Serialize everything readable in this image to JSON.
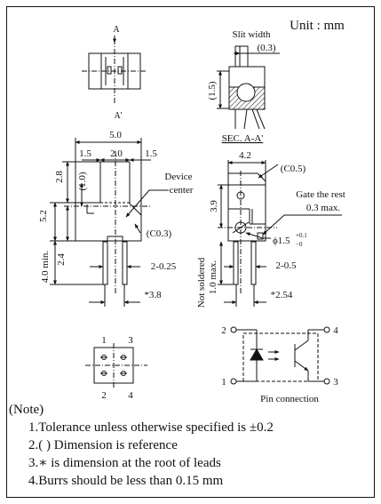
{
  "unit": "Unit : mm",
  "top_view": {
    "section_a": "A",
    "section_a_prime": "A'"
  },
  "section_view": {
    "slit_label": "Slit width",
    "slit_value": "(0.3)",
    "height_value": "(1.5)",
    "caption": "SEC. A-A'"
  },
  "front_view": {
    "width_total": "5.0",
    "width_left": "1.5",
    "width_mid": "2.0",
    "width_right": "1.5",
    "v_28": "2.8",
    "v_10": "(1.0)",
    "v_52": "5.2",
    "v_24": "2.4",
    "v_40min": "4.0 min.",
    "device_center_l1": "Device",
    "device_center_l2": "center",
    "chamfer": "(C0.3)",
    "lead_width": "2-0.25",
    "pitch": "*3.8"
  },
  "side_view": {
    "width": "4.2",
    "chamfer": "(C0.5)",
    "gate_l1": "Gate the rest",
    "gate_l2": "0.3 max.",
    "v_39": "3.9",
    "hole_base": "ϕ1.5",
    "hole_tol_plus": "+0.1",
    "hole_tol_minus": "−0",
    "lead_width": "2-0.5",
    "pitch": "*2.54",
    "not_soldered": "Not soldered",
    "not_soldered_max": "1.0 max."
  },
  "pin_bottom": {
    "p1": "1",
    "p2": "2",
    "p3": "3",
    "p4": "4"
  },
  "schematic": {
    "p1": "1",
    "p2": "2",
    "p3": "3",
    "p4": "4",
    "caption": "Pin connection"
  },
  "notes": {
    "heading": "(Note)",
    "items": [
      "1.Tolerance unless otherwise specified is ±0.2",
      "2.( ) Dimension is reference",
      "3.∗ is dimension at the root of leads",
      "4.Burrs should be less than 0.15 mm"
    ]
  }
}
